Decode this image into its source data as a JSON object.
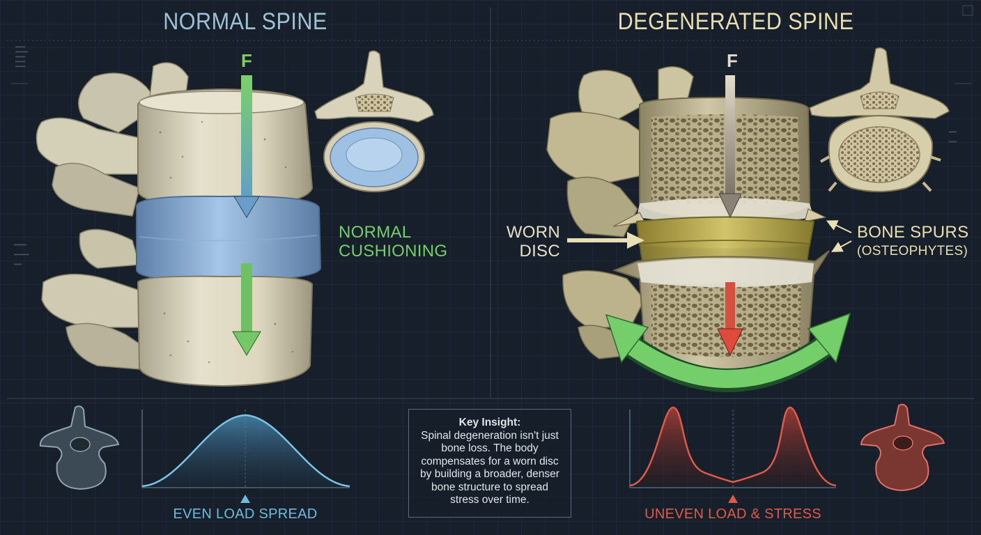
{
  "left_panel": {
    "title": "NORMAL SPINE",
    "force_label": "F",
    "callout": "NORMAL\nCUSHIONING",
    "curve_caption": "EVEN LOAD SPREAD"
  },
  "right_panel": {
    "title": "DEGENERATED SPINE",
    "force_label": "F",
    "callout_disc": "WORN\nDISC",
    "callout_spurs_1": "BONE SPURS",
    "callout_spurs_2": "(OSTEOPHYTES)",
    "curve_caption": "UNEVEN LOAD & STRESS"
  },
  "insight": {
    "title": "Key Insight:",
    "body": "Spinal degeneration isn't just bone loss. The body compensates for a worn disc by building a broader, denser bone structure to spread stress over time."
  },
  "colors": {
    "background": "#17202a",
    "healthy_disc": "#8fb3d8",
    "healthy_arrow": "#7ccf6a",
    "worn_disc": "#b9a94a",
    "stress_arrow": "#e04a3c",
    "even_curve": "#7cc3e8",
    "uneven_curve": "#e05a4c",
    "bone": "#dcd6c0"
  }
}
